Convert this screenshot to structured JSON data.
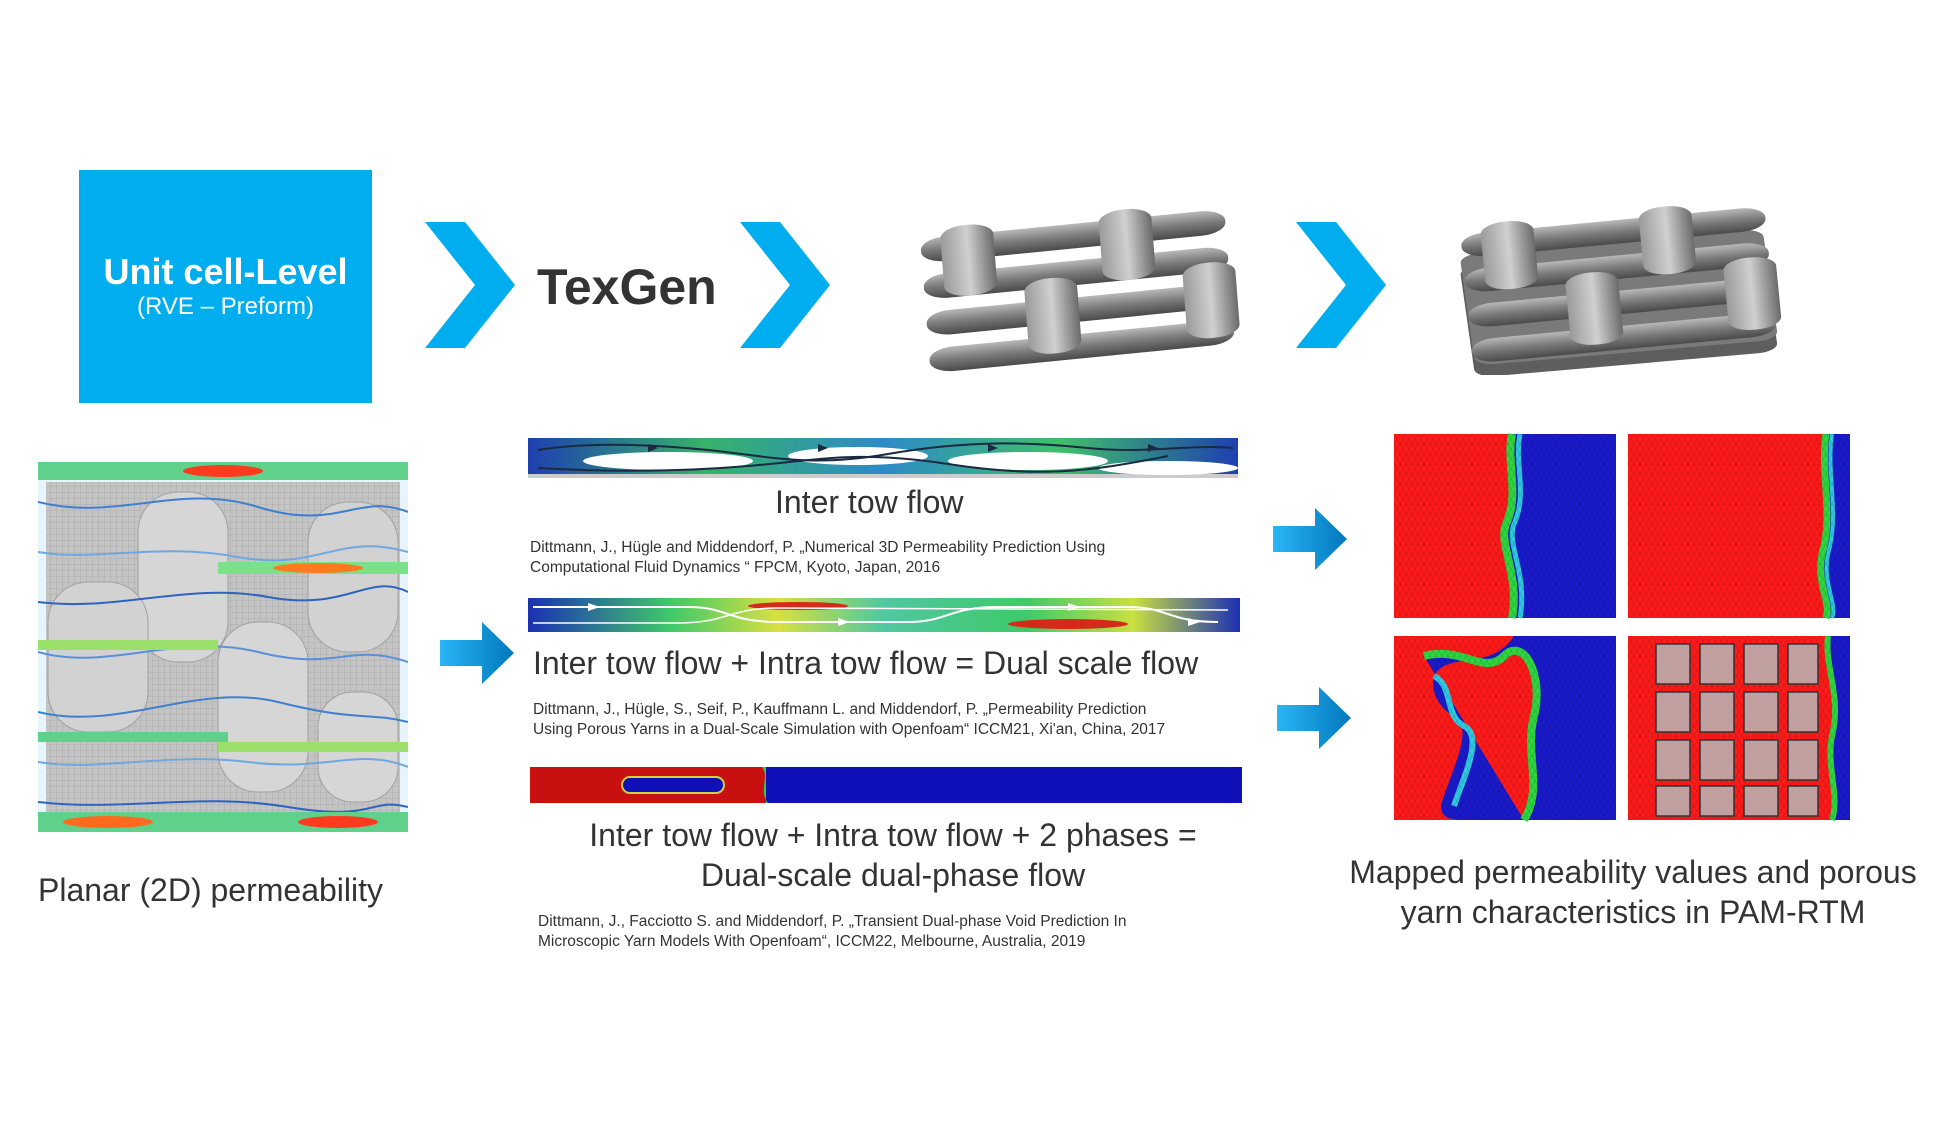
{
  "colors": {
    "accent": "#00aeef",
    "arrow_gradient_start": "#29b6f6",
    "arrow_gradient_end": "#0277bd",
    "field_red": "#ff1a1a",
    "field_blue": "#1a1acc",
    "fabric_grey": "#8a8a8a"
  },
  "top_row": {
    "unit_cell_title": "Unit cell-Level",
    "unit_cell_subtitle": "(RVE – Preform)",
    "texgen": "TexGen"
  },
  "left_panel": {
    "caption": "Planar (2D) permeability"
  },
  "middle_panel": {
    "inter_tow_caption": "Inter tow flow",
    "ref1_line1": "Dittmann, J., Hügle and Middendorf, P. „Numerical 3D Permeability Prediction Using",
    "ref1_line2": "Computational Fluid Dynamics “ FPCM, Kyoto, Japan, 2016",
    "dual_scale_caption": "Inter tow flow + Intra tow flow = Dual scale flow",
    "ref2_line1": "Dittmann, J., Hügle, S., Seif, P., Kauffmann L. and Middendorf, P. „Permeability Prediction",
    "ref2_line2": "Using Porous Yarns in a Dual-Scale Simulation with Openfoam“ ICCM21, Xi'an, China, 2017",
    "dual_phase_line1": "Inter tow flow + Intra tow flow + 2 phases =",
    "dual_phase_line2": "Dual-scale dual-phase flow",
    "ref3_line1": "Dittmann, J., Facciotto S. and Middendorf, P. „Transient Dual-phase Void Prediction In",
    "ref3_line2": "Microscopic Yarn Models With Openfoam“, ICCM22, Melbourne, Australia, 2019"
  },
  "right_panel": {
    "caption_line1": "Mapped permeability values and porous",
    "caption_line2": "yarn characteristics in PAM-RTM"
  },
  "icons": [
    "chevron-right-icon",
    "gradient-arrow-icon"
  ]
}
